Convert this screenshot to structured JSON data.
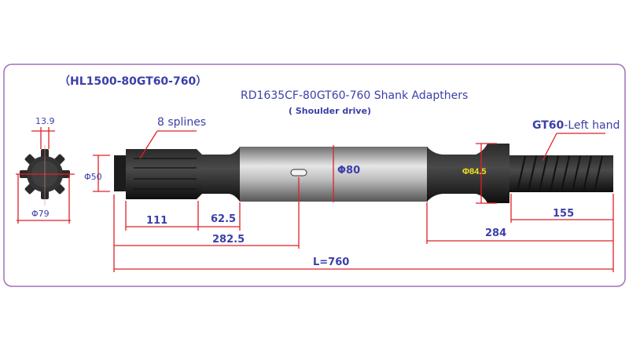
{
  "header": {
    "model_code": "（HL1500-80GT60-760）",
    "product_title": "RD1635CF-80GT60-760  Shank Adapthers",
    "drive_type": "( Shoulder drive)"
  },
  "annotations": {
    "splines": "8 splines",
    "thread_type": "GT60",
    "thread_hand": "-Left hand"
  },
  "dimensions": {
    "spline_width": "13.9",
    "spline_outer_dia": "Φ79",
    "end_dia": "Φ50",
    "body_dia": "Φ80",
    "collar_dia": "Φ84.5",
    "spline_length": "111",
    "neck_length": "62.5",
    "slot_position": "282.5",
    "thread_length": "155",
    "front_length": "284",
    "total_length": "L=760"
  },
  "colors": {
    "text": "#3b3fa8",
    "dimension_line": "#e0202a",
    "frame": "#a070b8",
    "collar_label": "#f0e020"
  }
}
